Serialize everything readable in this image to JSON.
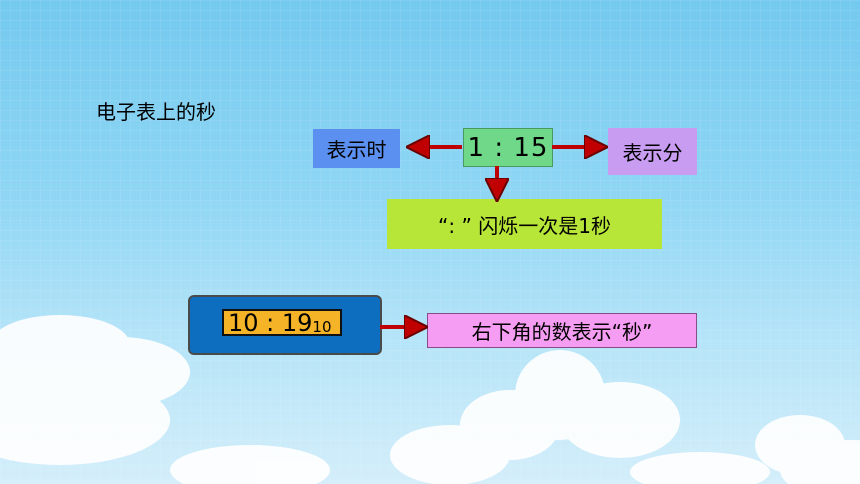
{
  "title": "电子表上的秒",
  "clock_example": {
    "time": "1 : 15",
    "hours_label": "表示时",
    "minutes_label": "表示分",
    "colon_note": "“: ” 闪烁一次是1秒"
  },
  "digital_clock": {
    "main": "10 : 19",
    "seconds": "10",
    "seconds_note": "右下角的数表示“秒”"
  },
  "colors": {
    "hours_box": "#5b8ff0",
    "clock_box": "#6fd989",
    "minutes_box": "#c79cf1",
    "colon_box": "#b7e639",
    "digital_frame": "#0d6ec0",
    "digital_display": "#f5b427",
    "seconds_box": "#f59df2",
    "arrow": "#c00000"
  }
}
